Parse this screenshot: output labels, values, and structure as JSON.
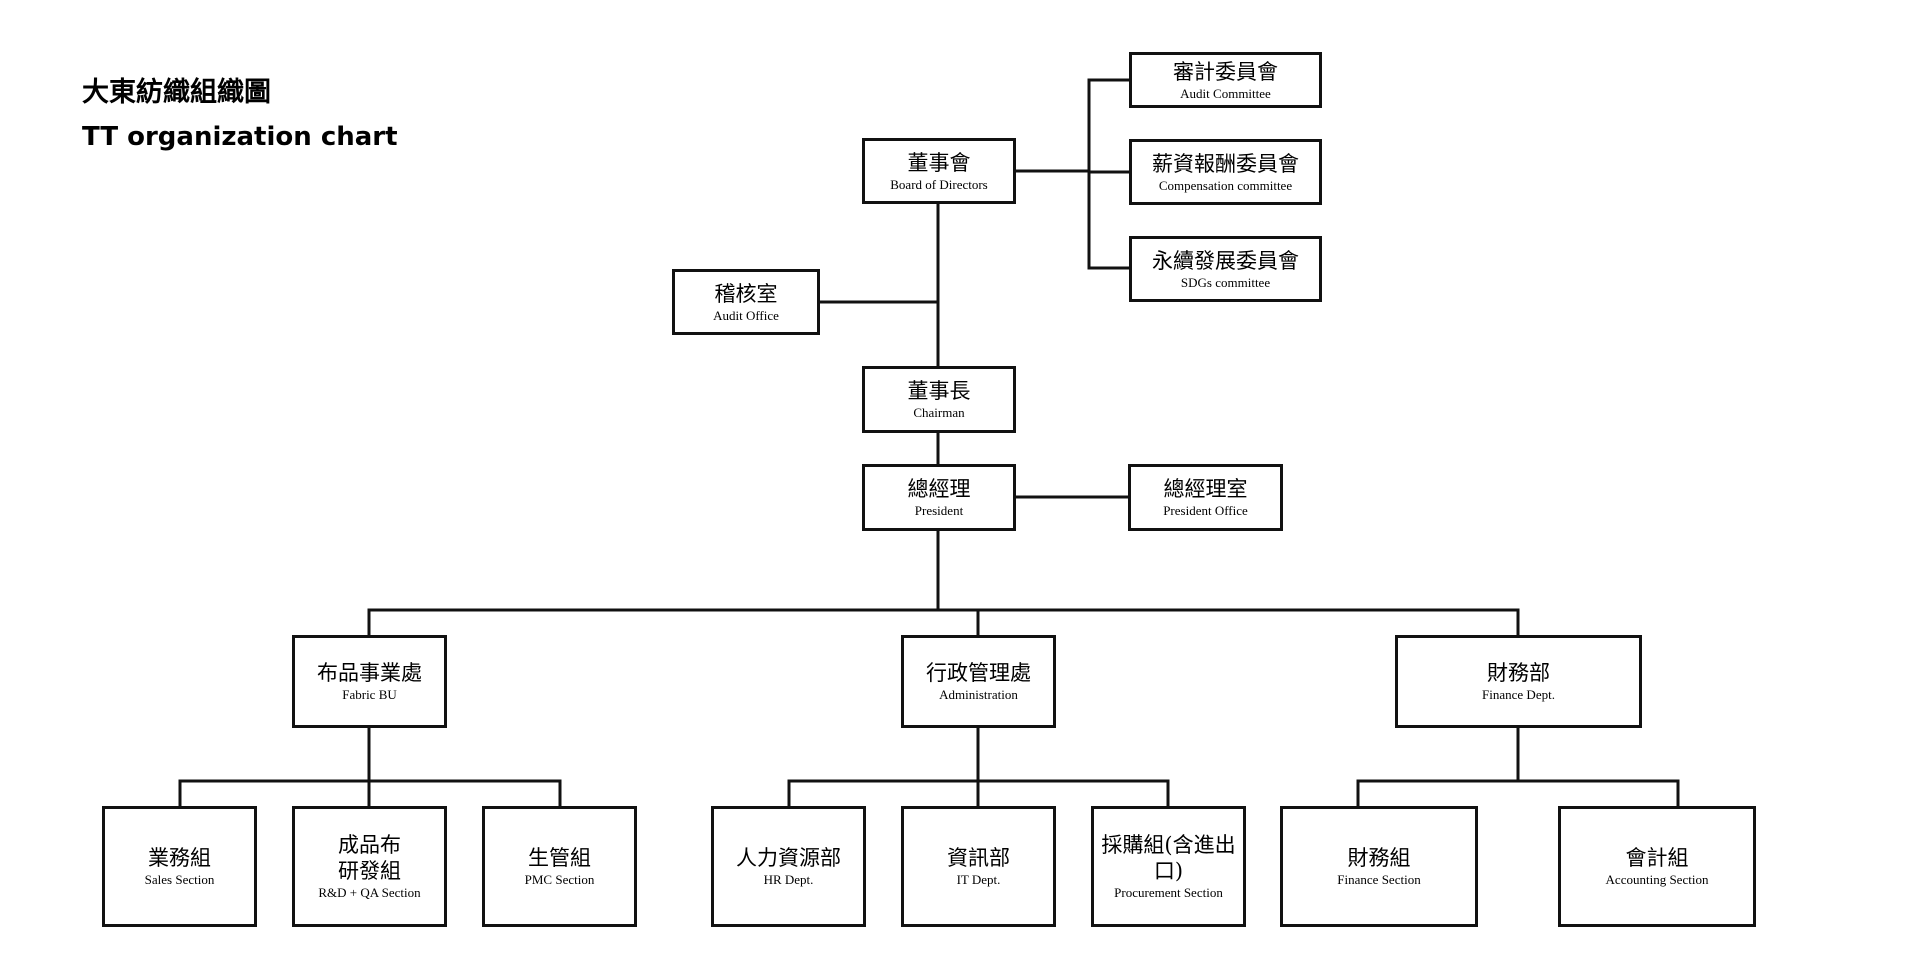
{
  "title_zh": "大東紡織組織圖",
  "title_en": "TT organization chart",
  "nodes": {
    "audit_committee": {
      "zh": "審計委員會",
      "en": "Audit Committee"
    },
    "compensation_committee": {
      "zh": "薪資報酬委員會",
      "en": "Compensation committee"
    },
    "sdgs_committee": {
      "zh": "永續發展委員會",
      "en": "SDGs committee"
    },
    "board": {
      "zh": "董事會",
      "en": "Board of Directors"
    },
    "audit_office": {
      "zh": "稽核室",
      "en": "Audit Office"
    },
    "chairman": {
      "zh": "董事長",
      "en": "Chairman"
    },
    "president": {
      "zh": "總經理",
      "en": "President"
    },
    "president_office": {
      "zh": "總經理室",
      "en": "President Office"
    },
    "fabric_bu": {
      "zh": "布品事業處",
      "en": "Fabric BU"
    },
    "administration": {
      "zh": "行政管理處",
      "en": "Administration"
    },
    "finance_dept": {
      "zh": "財務部",
      "en": "Finance Dept."
    },
    "sales": {
      "zh": "業務組",
      "en": "Sales Section"
    },
    "rdqa": {
      "zh": "成品布\n研發組",
      "en": "R&D + QA Section"
    },
    "pmc": {
      "zh": "生管組",
      "en": "PMC Section"
    },
    "hr": {
      "zh": "人力資源部",
      "en": "HR Dept."
    },
    "it": {
      "zh": "資訊部",
      "en": "IT Dept."
    },
    "procurement": {
      "zh": "採購組(含進出\n口)",
      "en": "Procurement Section"
    },
    "finance_section": {
      "zh": "財務組",
      "en": "Finance Section"
    },
    "accounting": {
      "zh": "會計組",
      "en": "Accounting Section"
    }
  }
}
